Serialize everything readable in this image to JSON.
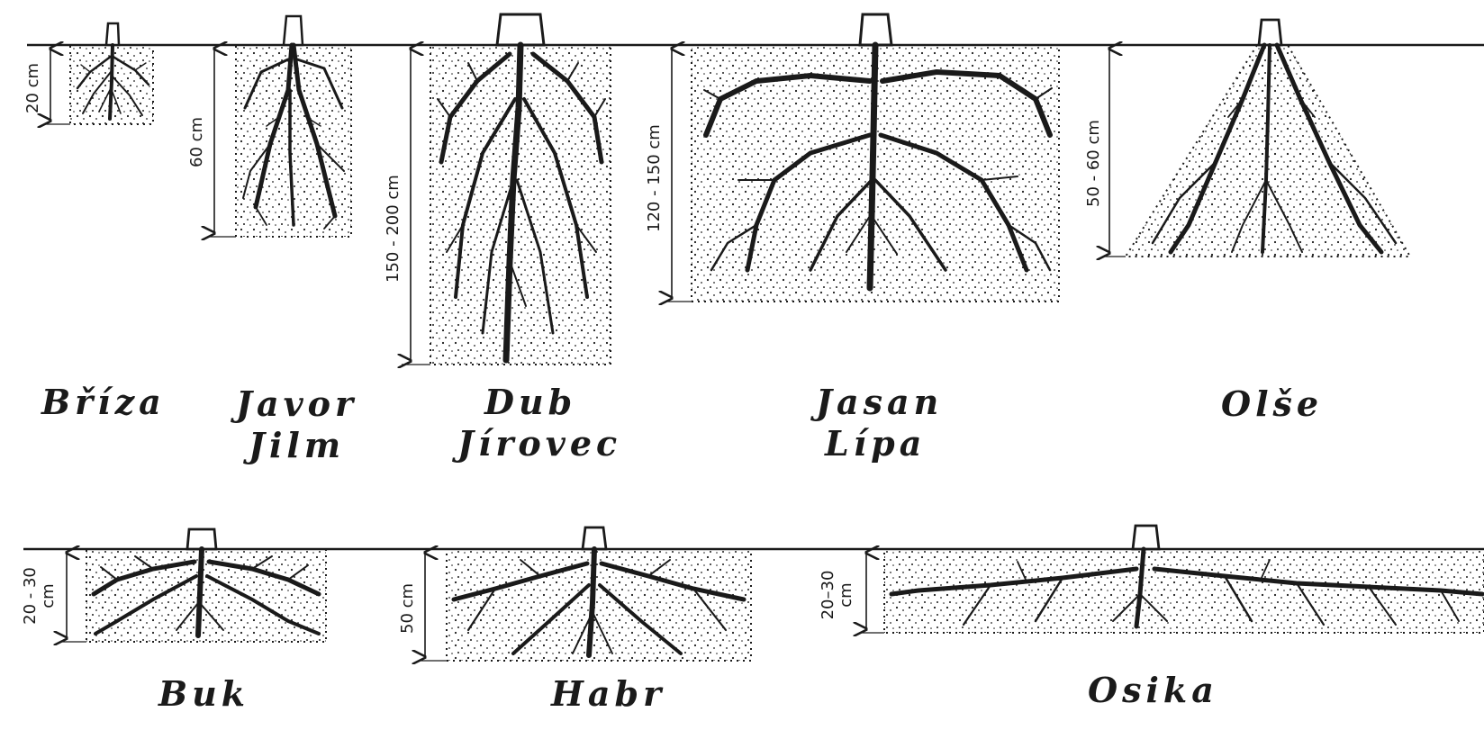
{
  "colors": {
    "ink": "#1a1a1a",
    "paper": "#ffffff"
  },
  "groups": [
    {
      "id": "briza",
      "label_lines": [
        "Bříza"
      ],
      "depth": "20 cm"
    },
    {
      "id": "javor",
      "label_lines": [
        "Javor",
        "Jilm"
      ],
      "depth": "60 cm"
    },
    {
      "id": "dub",
      "label_lines": [
        "Dub",
        "Jírovec"
      ],
      "depth": "150 - 200 cm"
    },
    {
      "id": "jasan",
      "label_lines": [
        "Jasan",
        "Lípa"
      ],
      "depth": "120 - 150 cm"
    },
    {
      "id": "olse",
      "label_lines": [
        "Olše"
      ],
      "depth": "50 - 60 cm"
    },
    {
      "id": "buk",
      "label_lines": [
        "Buk"
      ],
      "depth_lines": [
        "20 - 30",
        "cm"
      ]
    },
    {
      "id": "habr",
      "label_lines": [
        "Habr"
      ],
      "depth": "50 cm"
    },
    {
      "id": "osika",
      "label_lines": [
        "Osika"
      ],
      "depth_lines": [
        "20–30",
        "cm"
      ]
    }
  ]
}
